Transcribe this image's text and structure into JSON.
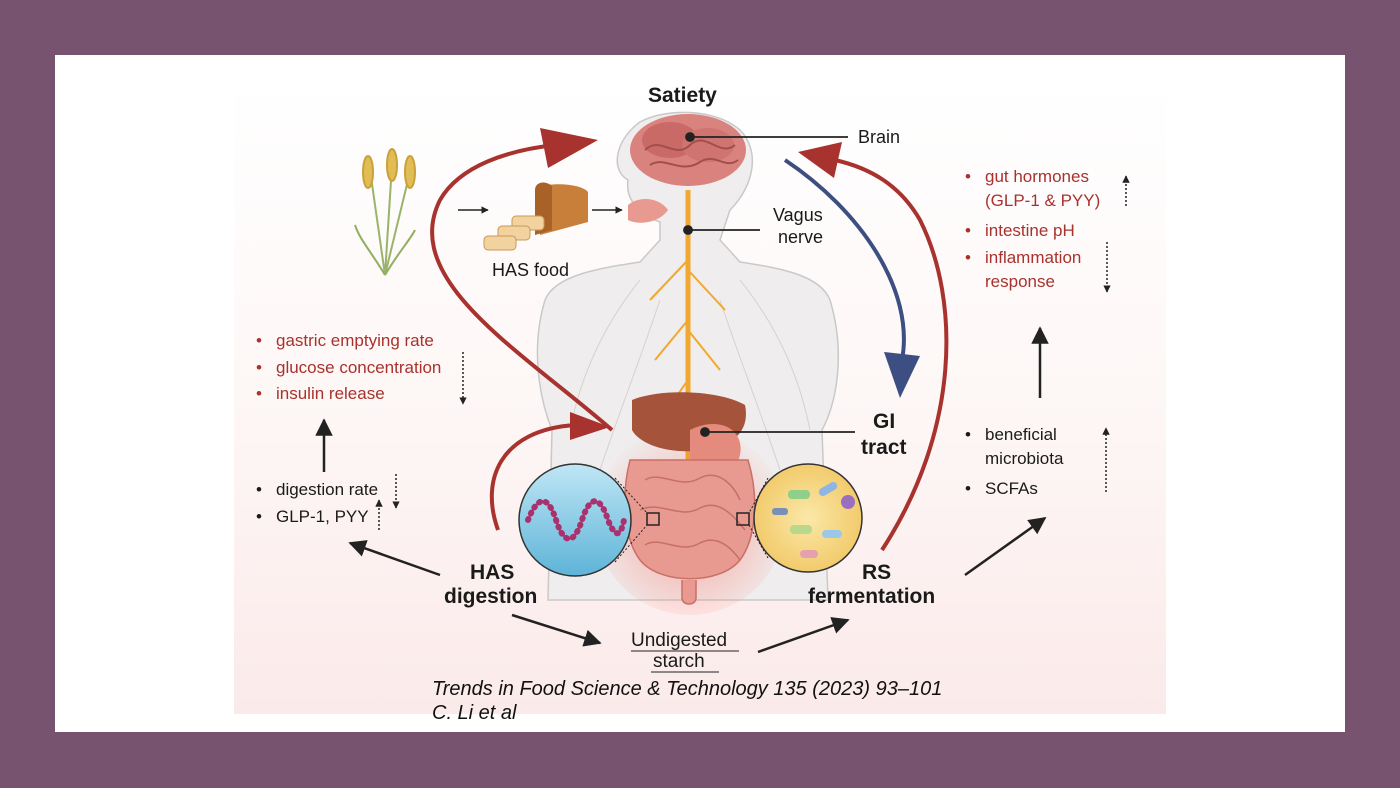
{
  "title": "Satiety",
  "brain_label": "Brain",
  "vagus_label": [
    "Vagus",
    "nerve"
  ],
  "has_food_label": "HAS food",
  "gi_label": [
    "GI",
    "tract"
  ],
  "has_digestion_label": [
    "HAS",
    "digestion"
  ],
  "rs_fermentation_label": [
    "RS",
    "fermentation"
  ],
  "undigested_label": [
    "Undigested",
    "starch"
  ],
  "left_effects": [
    "gastric emptying rate",
    "glucose concentration",
    "insulin release"
  ],
  "left_digestion": [
    "digestion rate",
    "GLP-1, PYY"
  ],
  "right_effects": [
    "gut hormones",
    "(GLP-1 & PYY)",
    "intestine pH",
    "inflammation",
    "response"
  ],
  "right_microbiota": [
    "beneficial",
    "microbiota",
    "SCFAs"
  ],
  "citation": [
    "Trends in Food Science & Technology 135 (2023) 93–101",
    "C. Li et al"
  ],
  "colors": {
    "background": "#77536f",
    "accent_red": "#a8322d",
    "arrow_blue": "#3d4f82",
    "nerve": "#f0a830",
    "organ": "#e89a90"
  }
}
